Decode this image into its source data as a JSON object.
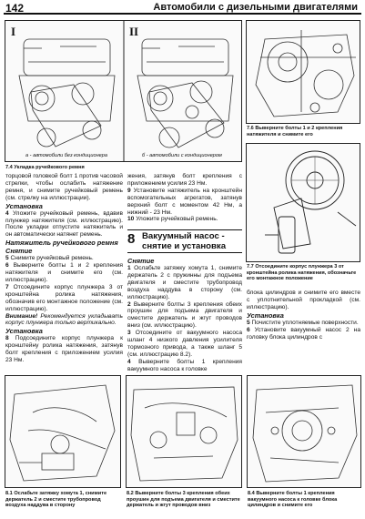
{
  "header": {
    "page_number": "142",
    "title": "Автомобили с дизельными двигателями"
  },
  "figures": {
    "fig74": {
      "label_i": "I",
      "label_ii": "II",
      "sub_a": "а - автомобили без кондиционера",
      "sub_b": "б - автомобили с кондиционером",
      "caption": "7.4 Укладка ручейкового ремня"
    },
    "fig76": {
      "caption": "7.6 Выверните болты 1 и 2 крепления натяжителя и снимите его"
    },
    "fig77": {
      "caption": "7.7 Отсоедините корпус плунжера 3 от кронштейна ролика натяжения, обозначьте его монтажное положение"
    },
    "fig81": {
      "caption": "8.1 Ослабьте затяжку хомута 1, снимите держатель 2 и сместите трубопровод воздуха наддува в сторону"
    },
    "fig82": {
      "caption": "8.2 Выверните болты 3 крепления обеих проушин для подъема двигателя и сместите держатель и жгут проводов вниз"
    },
    "fig84": {
      "caption": "8.4 Выверните болты 1 крепления вакуумного насоса к головке блока цилиндров и снимите его"
    }
  },
  "col1": {
    "p1": "торцовой головкой болт 1 против часовой стрелки, чтобы ослабить натяжение ремня, и снимите ручейковый ремень (см. стрелку на иллюстрации).",
    "h_install": "Установка",
    "s4_num": "4",
    "s4": "Уложите ручейковый ремень, вдавив плунжер натяжителя (см. иллюстрацию). После укладки отпустите натяжитель и он автоматически натянет ремень.",
    "h_tensioner": "Натяжитель ручейкового ремня",
    "h_removal": "Снятие",
    "s5_num": "5",
    "s5": "Снимите ручейковый ремень.",
    "s6_num": "6",
    "s6": "Выверните болты 1 и 2 крепления натяжителя и снимите его (см. иллюстрацию).",
    "s7_num": "7",
    "s7": "Отсоедините корпус плунжера 3 от кронштейна ролика натяжения, обозначив его монтажное положение (см. иллюстрацию).",
    "warn_label": "Внимание!",
    "warn": "Рекомендуется укладывать корпус плунжера только вертикально.",
    "h_install2": "Установка",
    "s8_num": "8",
    "s8": "Подсоедините корпус плунжера к кронштейну ролика натяжения, затянув болт крепления с приложением усилия 23 Нм."
  },
  "col2": {
    "p1": "жения, затянув болт крепления с приложением усилия 23 Нм.",
    "s9_num": "9",
    "s9": "Установите натяжитель на кронштейн вспомогательных агрегатов, затянув верхний болт с моментом 42 Нм, а нижний - 23 Нм.",
    "s10_num": "10",
    "s10": "Уложите ручейковый ремень.",
    "section_num": "8",
    "section_title": "Вакуумный насос - снятие и установка",
    "h_removal": "Снятие",
    "s1_num": "1",
    "s1": "Ослабьте затяжку хомута 1, снимите держатель 2 с пружинны для подъема двигателя и сместите трубопровод воздуха наддува в сторону (см. иллюстрацию).",
    "s2_num": "2",
    "s2": "Выверните болты 3 крепления обеих проушин для подъема двигателя и сместите держатель и жгут проводов вниз (см. иллюстрацию).",
    "s3_num": "3",
    "s3": "Отсоедините от вакуумного насоса шланг 4 низкого давления усилителя тормозного привода, а также шланг 5 (см. иллюстрацию 8.2).",
    "s4_num": "4",
    "s4": "Выверните болты 1 крепления вакуумного насоса к головке"
  },
  "col3": {
    "p1": "блока цилиндров и снимите его вместе с уплотнительной прокладкой (см. иллюстрацию).",
    "h_install": "Установка",
    "s5_num": "5",
    "s5": "Почистите уплотняемые поверхности.",
    "s6_num": "6",
    "s6": "Установите вакуумный насос 2 на головку блока цилиндров с"
  }
}
